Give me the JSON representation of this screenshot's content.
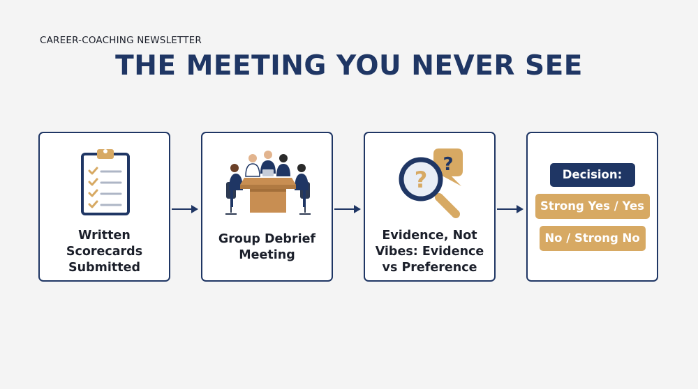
{
  "header": {
    "eyebrow": "CAREER-COACHING NEWSLETTER",
    "title": "THE MEETING YOU NEVER SEE"
  },
  "steps": [
    {
      "label": "Written Scorecards Submitted",
      "icon": "clipboard-checklist-icon"
    },
    {
      "label": "Group Debrief Meeting",
      "icon": "meeting-table-icon"
    },
    {
      "label": "Evidence, Not Vibes: Evidence vs Preference",
      "icon": "magnifier-question-icon"
    },
    {
      "icon": "decision-icon",
      "decision": {
        "heading": "Decision:",
        "options": [
          "Strong Yes / Yes",
          "No / Strong No"
        ]
      }
    }
  ],
  "colors": {
    "navy": "#1f3664",
    "gold": "#d7a963",
    "background": "#f4f4f4"
  }
}
